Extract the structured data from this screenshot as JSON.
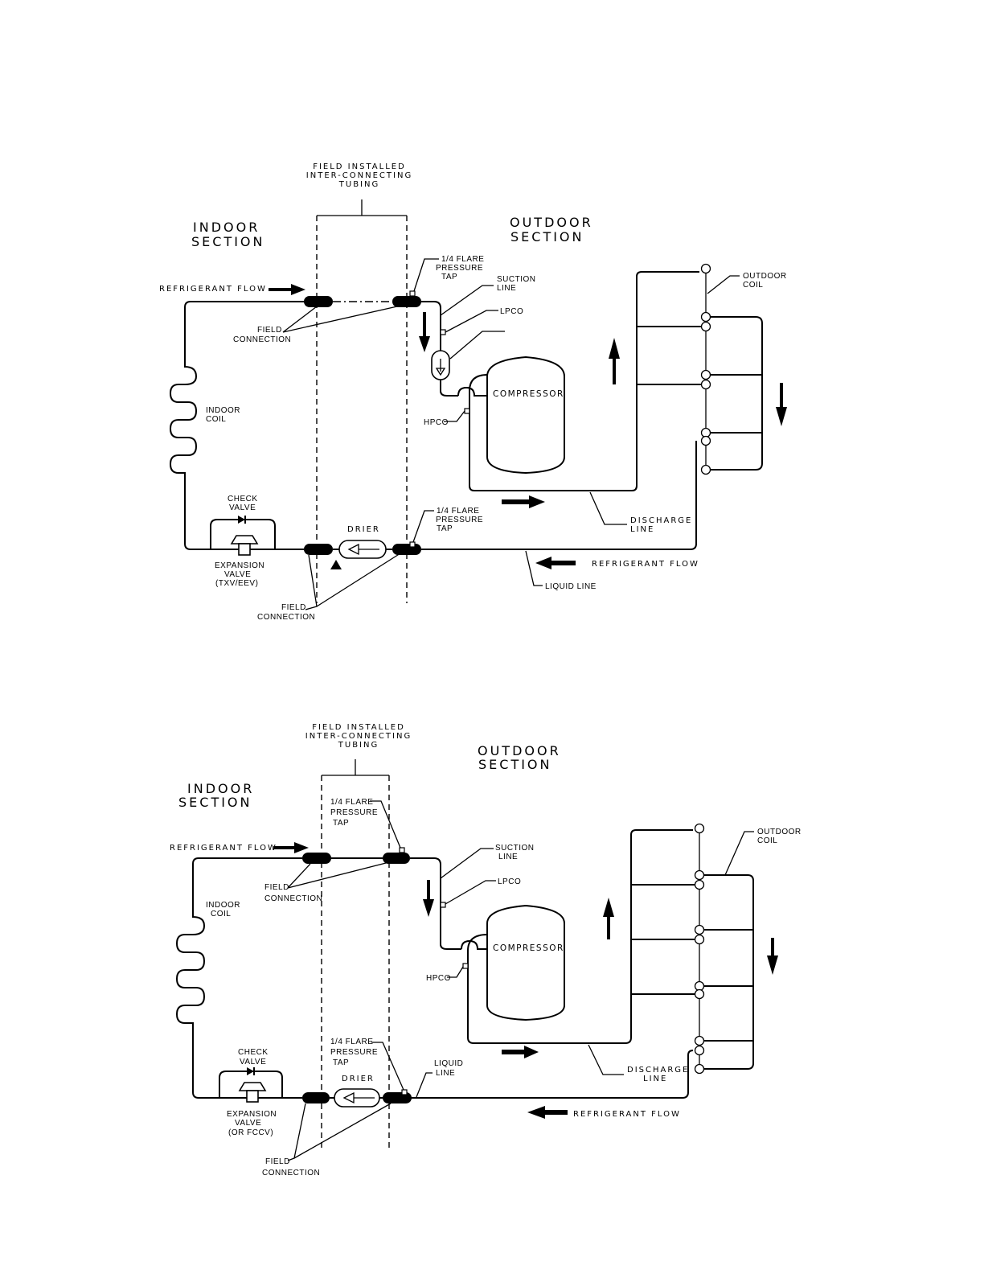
{
  "diagrams": [
    {
      "id": "top",
      "field_installed": [
        "FIELD INSTALLED",
        "INTER-CONNECTING",
        "TUBING"
      ],
      "indoor_section": [
        "INDOOR",
        "SECTION"
      ],
      "outdoor_section": [
        "OUTDOOR",
        "SECTION"
      ],
      "refrigerant_flow_top": "REFRIGERANT FLOW",
      "refrigerant_flow_bottom": "REFRIGERANT FLOW",
      "field_connection_upper": [
        "FIELD",
        "CONNECTION"
      ],
      "field_connection_lower": [
        "FIELD",
        "CONNECTION"
      ],
      "flare_tap_upper": [
        "1/4 FLARE",
        "PRESSURE",
        "TAP"
      ],
      "flare_tap_lower": [
        "1/4 FLARE",
        "PRESSURE",
        "TAP"
      ],
      "suction_line": [
        "SUCTION",
        "LINE"
      ],
      "lpco": "LPCO",
      "hpco": "HPCO",
      "compressor": "COMPRESSOR",
      "indoor_coil": [
        "INDOOR",
        "COIL"
      ],
      "outdoor_coil": [
        "OUTDOOR",
        "COIL"
      ],
      "check_valve": [
        "CHECK",
        "VALVE"
      ],
      "expansion_valve": [
        "EXPANSION",
        "VALVE",
        "(TXV/EEV)"
      ],
      "drier": "DRIER",
      "discharge_line": [
        "DISCHARGE",
        "LINE"
      ],
      "liquid_line": "LIQUID LINE"
    },
    {
      "id": "bottom",
      "field_installed": [
        "FIELD INSTALLED",
        "INTER-CONNECTING",
        "TUBING"
      ],
      "indoor_section": [
        "INDOOR",
        "SECTION"
      ],
      "outdoor_section": [
        "OUTDOOR",
        "SECTION"
      ],
      "refrigerant_flow_top": "REFRIGERANT FLOW",
      "refrigerant_flow_bottom": "REFRIGERANT FLOW",
      "field_connection_upper": [
        "FIELD",
        "CONNECTION"
      ],
      "field_connection_lower": [
        "FIELD",
        "CONNECTION"
      ],
      "flare_tap_upper": [
        "1/4 FLARE",
        "PRESSURE",
        "TAP"
      ],
      "flare_tap_lower": [
        "1/4 FLARE",
        "PRESSURE",
        "TAP"
      ],
      "suction_line": [
        "SUCTION",
        "LINE"
      ],
      "lpco": "LPCO",
      "hpco": "HPCO",
      "compressor": "COMPRESSOR",
      "indoor_coil": [
        "INDOOR",
        "COIL"
      ],
      "outdoor_coil": [
        "OUTDOOR",
        "COIL"
      ],
      "check_valve": [
        "CHECK",
        "VALVE"
      ],
      "expansion_valve": [
        "EXPANSION",
        "VALVE",
        "(OR FCCV)"
      ],
      "drier": "DRIER",
      "discharge_line": [
        "DISCHARGE",
        "LINE"
      ],
      "liquid_line": [
        "LIQUID",
        "LINE"
      ]
    }
  ]
}
